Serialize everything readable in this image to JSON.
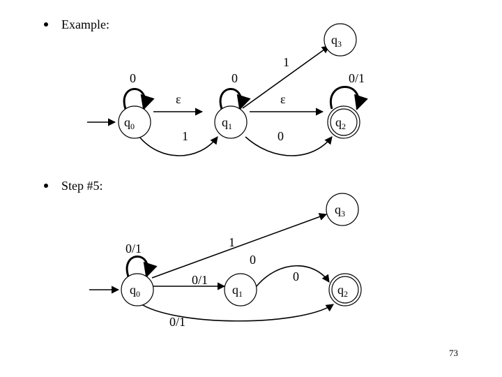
{
  "page_number": "73",
  "bullets": [
    {
      "label": "Example:"
    },
    {
      "label": "Step #5:"
    }
  ],
  "diagram1": {
    "states": [
      {
        "name": "q",
        "sub": "0"
      },
      {
        "name": "q",
        "sub": "1"
      },
      {
        "name": "q",
        "sub": "2"
      },
      {
        "name": "q",
        "sub": "3"
      }
    ],
    "edges": [
      {
        "label": "0"
      },
      {
        "label": "0"
      },
      {
        "label": "0/1"
      },
      {
        "label": "ε"
      },
      {
        "label": "ε"
      },
      {
        "label": "1"
      },
      {
        "label": "0"
      },
      {
        "label": "1"
      }
    ]
  },
  "diagram2": {
    "states": [
      {
        "name": "q",
        "sub": "0"
      },
      {
        "name": "q",
        "sub": "1"
      },
      {
        "name": "q",
        "sub": "2"
      },
      {
        "name": "q",
        "sub": "3"
      }
    ],
    "edges": [
      {
        "label": "0/1"
      },
      {
        "label": "1"
      },
      {
        "label": "0"
      },
      {
        "label": "0/1"
      },
      {
        "label": "0"
      },
      {
        "label": "0/1"
      }
    ]
  }
}
